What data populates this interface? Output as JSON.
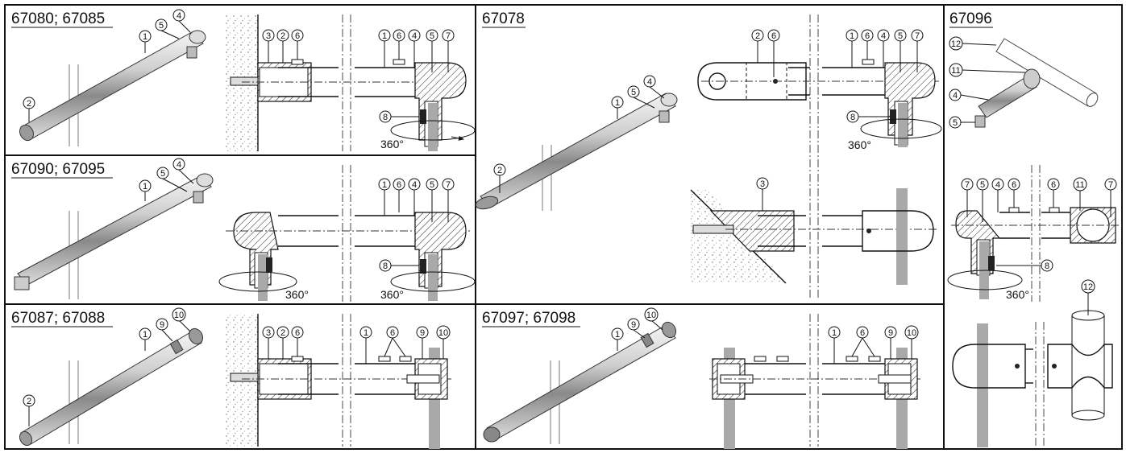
{
  "panels": [
    {
      "id": "p1",
      "title": "67080; 67085"
    },
    {
      "id": "p2",
      "title": "67090; 67095"
    },
    {
      "id": "p3",
      "title": "67087; 67088"
    },
    {
      "id": "p4",
      "title": "67078"
    },
    {
      "id": "p5",
      "title": "67097; 67098"
    },
    {
      "id": "p6",
      "title": "67096"
    }
  ],
  "part_numbers": [
    "1",
    "2",
    "3",
    "4",
    "5",
    "6",
    "7",
    "8",
    "9",
    "10",
    "11",
    "12"
  ],
  "rotation_label": "360°"
}
